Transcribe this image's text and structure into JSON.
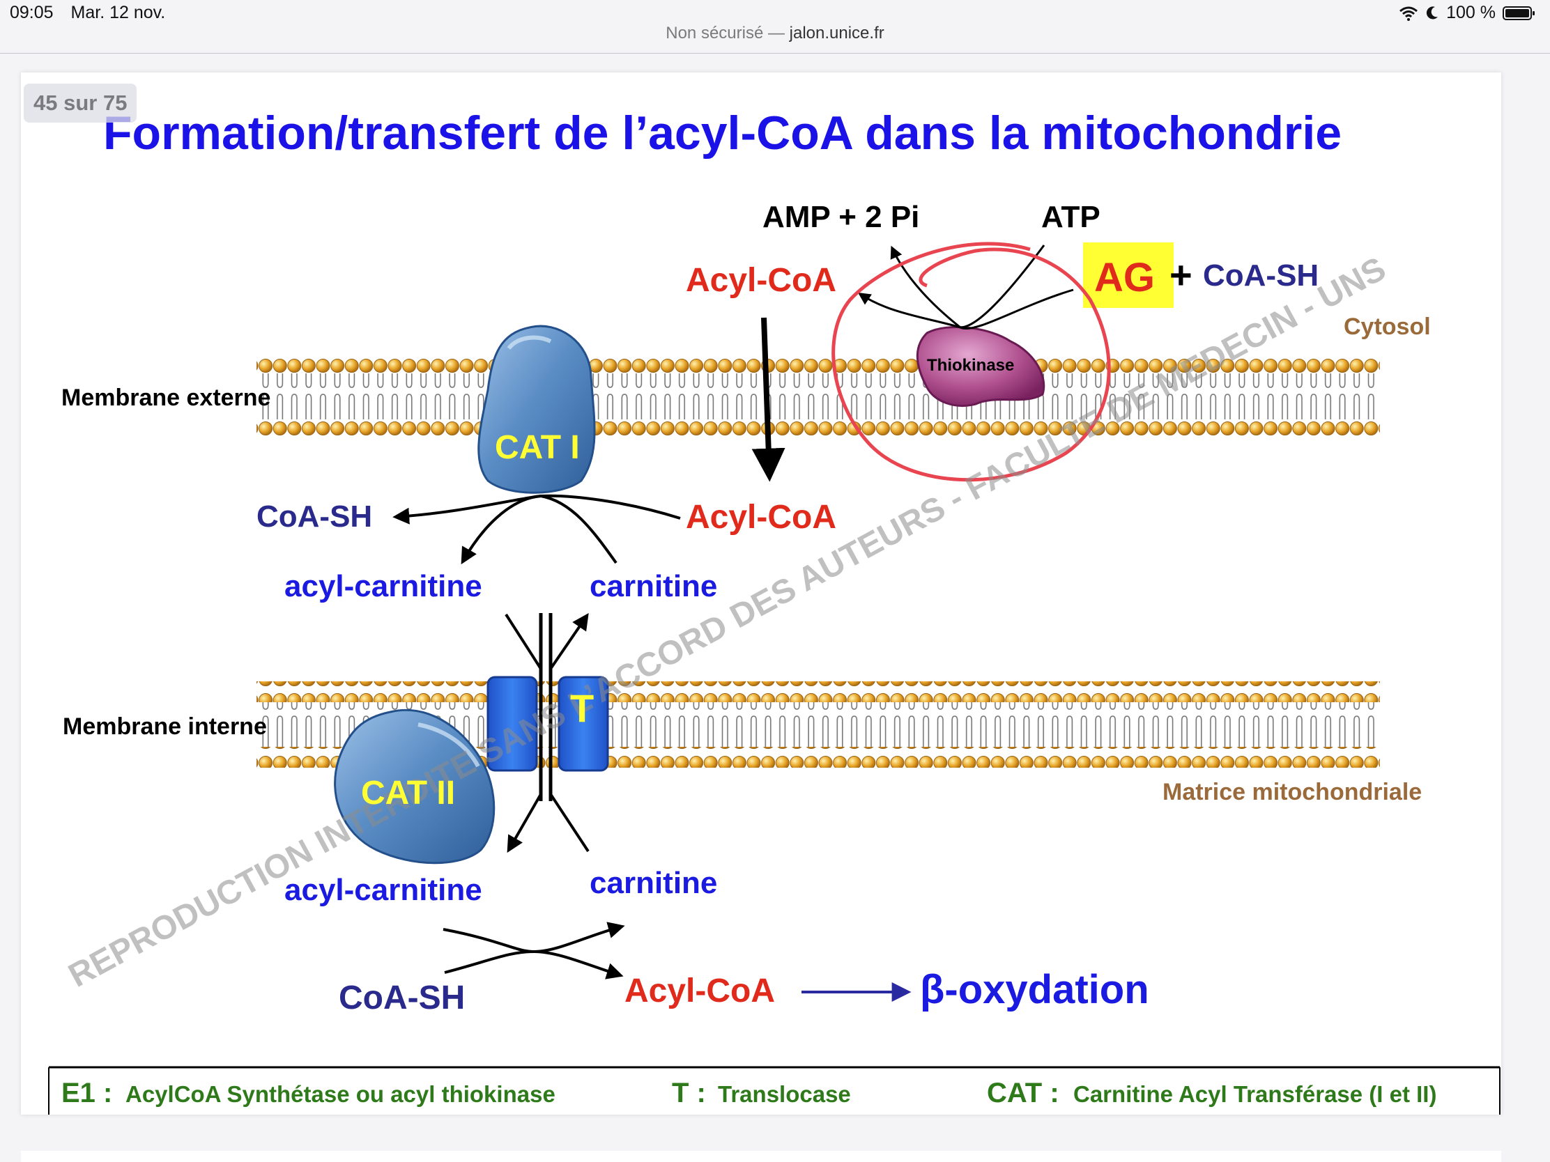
{
  "status_bar": {
    "time": "09:05",
    "date": "Mar. 12 nov.",
    "battery": "100 %",
    "icons": [
      "wifi-icon",
      "moon-icon",
      "battery-icon"
    ]
  },
  "address_bar": {
    "security_label": "Non sécurisé",
    "separator": "—",
    "domain": "jalon.unice.fr"
  },
  "page_counter": "45 sur 75",
  "slide": {
    "title": "Formation/transfert de l’acyl-CoA dans la mitochondrie",
    "labels": {
      "amp": "AMP + 2 Pi",
      "atp": "ATP",
      "acylcoa_top": "Acyl-CoA",
      "ag": "AG",
      "plus": "+",
      "coash_top": "CoA-SH",
      "cytosol": "Cytosol",
      "membrane_externe": "Membrane externe",
      "thiokinase": "Thiokinase",
      "cat1": "CAT I",
      "coash_mid": "CoA-SH",
      "acylcoa_mid": "Acyl-CoA",
      "acylcarnitine_1": "acyl-carnitine",
      "carnitine_1": "carnitine",
      "membrane_interne": "Membrane interne",
      "t": "T",
      "cat2": "CAT II",
      "matrice": "Matrice mitochondriale",
      "acylcarnitine_2": "acyl-carnitine",
      "carnitine_2": "carnitine",
      "coash_bottom": "CoA-SH",
      "acylcoa_bottom": "Acyl-CoA",
      "beta": "β-oxydation"
    },
    "watermark": "REPRODUCTION INTERDITE SANS L’ACCORD DES AUTEURS - FACULTE DE MEDECIN - UNS",
    "legend": {
      "e1_key": "E1 :",
      "e1_text": "AcylCoA Synthétase ou acyl thiokinase",
      "t_key": "T :",
      "t_text": "Translocase",
      "cat_key": "CAT :",
      "cat_text": "Carnitine Acyl Transférase (I et II)"
    },
    "colors": {
      "title": "#1a12e6",
      "red": "#e02a1c",
      "navy": "#2a2a8c",
      "blue": "#1a1ae0",
      "brown": "#9a6a3a",
      "green": "#2e7a1a",
      "yellow": "#ffff33",
      "cat": "#6c98c8",
      "translocase": "#2f6fe0",
      "thiokinase": "#b0508e",
      "annotation": "#e84550"
    }
  }
}
